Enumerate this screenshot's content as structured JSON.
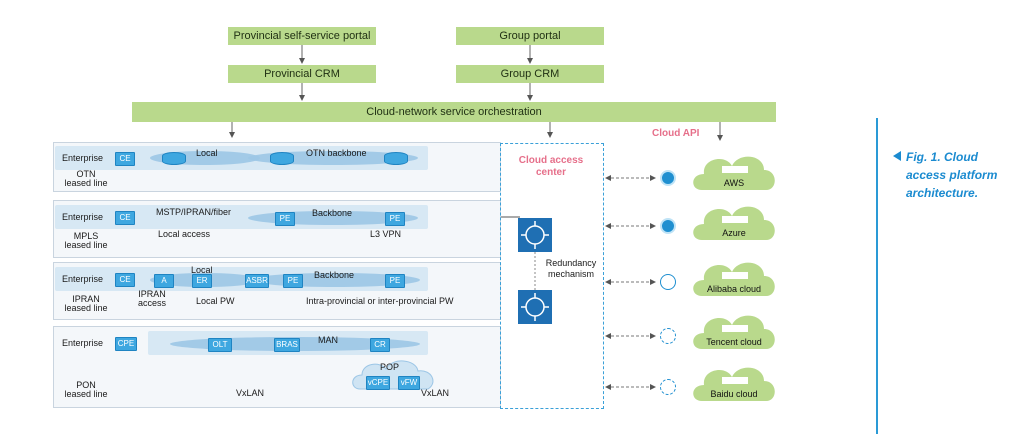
{
  "top": {
    "provincial_portal": "Provincial self-service portal",
    "group_portal": "Group portal",
    "provincial_crm": "Provincial CRM",
    "group_crm": "Group CRM",
    "orchestration": "Cloud-network service orchestration"
  },
  "cloud_api": "Cloud API",
  "rows": {
    "otn": {
      "enterprise": "Enterprise",
      "ce": "CE",
      "local": "Local",
      "backbone": "OTN backbone",
      "type_l1": "OTN",
      "type_l2": "leased line"
    },
    "mpls": {
      "enterprise": "Enterprise",
      "ce": "CE",
      "access_tech": "MSTP/IPRAN/fiber",
      "pe1": "PE",
      "backbone": "Backbone",
      "pe2": "PE",
      "type_l1": "MPLS",
      "type_l2": "leased line",
      "seg_local": "Local access",
      "seg_vpn": "L3 VPN"
    },
    "ipran": {
      "enterprise": "Enterprise",
      "ce": "CE",
      "local": "Local",
      "a": "A",
      "er": "ER",
      "asbr": "ASBR",
      "pe1": "PE",
      "backbone": "Backbone",
      "pe2": "PE",
      "type_l1": "IPRAN",
      "type_l2": "leased line",
      "seg_access_l1": "IPRAN",
      "seg_access_l2": "access",
      "seg_pw": "Local PW",
      "seg_intra": "Intra-provincial or inter-provincial PW"
    },
    "pon": {
      "enterprise": "Enterprise",
      "cpe": "CPE",
      "olt": "OLT",
      "bras": "BRAS",
      "man": "MAN",
      "cr": "CR",
      "pop": "POP",
      "vcpe": "vCPE",
      "vfw": "vFW",
      "type_l1": "PON",
      "type_l2": "leased line",
      "seg_vxlan1": "VxLAN",
      "seg_vxlan2": "VxLAN"
    }
  },
  "cloud_access_center": {
    "title_l1": "Cloud access",
    "title_l2": "center",
    "redundancy_l1": "Redundancy",
    "redundancy_l2": "mechanism"
  },
  "clouds": [
    "AWS",
    "Azure",
    "Alibaba cloud",
    "Tencent cloud",
    "Baidu cloud"
  ],
  "caption": {
    "l1": "Fig. 1. Cloud",
    "l2": "access platform",
    "l3": "architecture."
  },
  "colors": {
    "green": "#b9d98c",
    "blue": "#3ea7e0",
    "accent_pink": "#e66f8a",
    "caption_blue": "#1b8bd0"
  }
}
